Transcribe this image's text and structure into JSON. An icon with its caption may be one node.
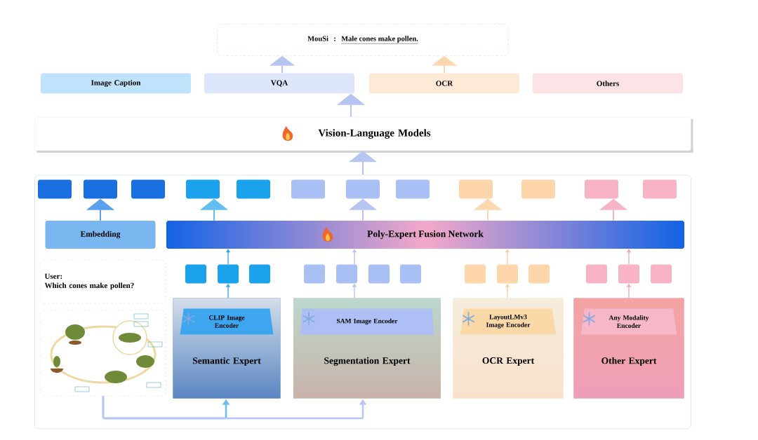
{
  "diagram": {
    "nodes": [
      {
        "text": [
          "MouSi",
          ":",
          "Male cones make pollen."
        ]
      },
      {
        "text": [
          "Image Caption"
        ]
      },
      {
        "text": [
          "VQA"
        ]
      },
      {
        "text": [
          "OCR"
        ]
      },
      {
        "text": [
          "Others"
        ]
      },
      {
        "text": [
          "Vision-Language Models"
        ]
      },
      {
        "text": [],
        "shape": "box"
      },
      {
        "text": [],
        "shape": "box",
        "in": 6
      },
      {
        "text": [],
        "shape": "box",
        "in": 6
      },
      {
        "text": [],
        "shape": "box",
        "in": 6
      },
      {
        "text": [],
        "shape": "box",
        "in": 6
      },
      {
        "text": [],
        "shape": "box",
        "in": 6
      },
      {
        "text": [],
        "shape": "box",
        "in": 6
      },
      {
        "text": [],
        "shape": "box",
        "in": 6
      },
      {
        "text": [],
        "shape": "box",
        "in": 6
      },
      {
        "text": [],
        "shape": "box",
        "in": 6
      },
      {
        "text": [],
        "shape": "box",
        "in": 6
      },
      {
        "text": [],
        "shape": "box",
        "in": 6
      },
      {
        "text": [],
        "shape": "box",
        "in": 6
      },
      {
        "text": [
          "Embedding"
        ],
        "in": 6
      },
      {
        "text": [
          "Poly-Expert Fusion Network"
        ],
        "in": 6
      },
      {
        "text": [
          "User:",
          "Which cones make pollen?"
        ],
        "in": 6
      },
      {
        "text": [],
        "shape": "picture",
        "in": 6
      },
      {
        "text": [],
        "shape": "box",
        "in": 6
      },
      {
        "text": [],
        "shape": "box",
        "in": 6
      },
      {
        "text": [],
        "shape": "box",
        "in": 6
      },
      {
        "text": [],
        "shape": "box",
        "in": 6
      },
      {
        "text": [],
        "shape": "box",
        "in": 6
      },
      {
        "text": [],
        "shape": "box",
        "in": 6
      },
      {
        "text": [],
        "shape": "box",
        "in": 6
      },
      {
        "text": [],
        "shape": "box",
        "in": 6
      },
      {
        "text": [],
        "shape": "box",
        "in": 6
      },
      {
        "text": [],
        "shape": "box",
        "in": 6
      },
      {
        "text": [],
        "shape": "box",
        "in": 6
      },
      {
        "text": [],
        "shape": "box",
        "in": 6
      },
      {
        "text": [],
        "shape": "box",
        "in": 6
      },
      {
        "text": [
          "Semantic Expert"
        ],
        "in": 6
      },
      {
        "text": [
          "CLIP Image Encoder"
        ],
        "in": 36
      },
      {
        "text": [
          "Segmentation Expert"
        ],
        "in": 6
      },
      {
        "text": [
          "SAM Image Encoder"
        ],
        "in": 38
      },
      {
        "text": [
          "OCR Expert"
        ],
        "in": 6
      },
      {
        "text": [
          "LayoutLMv3 Image Encoder"
        ],
        "in": 40
      },
      {
        "text": [
          "Other Expert"
        ],
        "in": 6
      },
      {
        "text": [
          "Any Modality Encoder"
        ],
        "in": 42
      }
    ],
    "edges": [
      {
        "from": 6,
        "to": 5,
        "arrow": "to"
      },
      {
        "from": 5,
        "to": 2,
        "arrow": "to"
      },
      {
        "from": 2,
        "to": 0,
        "arrow": "to"
      },
      {
        "from": 3,
        "to": 0,
        "arrow": "to",
        "color": "#fbd7b0"
      },
      {
        "from": 19,
        "to": 8,
        "arrow": "to",
        "color": "#5aa0ee"
      },
      {
        "from": 20,
        "to": 10,
        "arrow": "to",
        "color": "#64bdf0"
      },
      {
        "from": 20,
        "to": 13,
        "arrow": "to"
      },
      {
        "from": 20,
        "to": 15,
        "arrow": "to",
        "color": "#fbd7b0"
      },
      {
        "from": 20,
        "to": 17,
        "arrow": "to",
        "color": "#f6b5c6"
      },
      {
        "from": 36,
        "to": 24,
        "arrow": "to",
        "color": "#3aa8ef"
      },
      {
        "from": 24,
        "to": 20,
        "arrow": "to",
        "color": "#3aa8ef"
      },
      {
        "from": 38,
        "to": 27,
        "arrow": "to"
      },
      {
        "from": 27,
        "to": 20,
        "arrow": "to"
      },
      {
        "from": 40,
        "to": 31,
        "arrow": "to",
        "color": "#f9cfa3"
      },
      {
        "from": 31,
        "to": 20,
        "arrow": "to",
        "color": "#f9cfa3"
      },
      {
        "from": 42,
        "to": 34,
        "arrow": "to",
        "color": "#f4a7b9"
      },
      {
        "from": 34,
        "to": 20,
        "arrow": "to",
        "color": "#f4a7b9"
      },
      {
        "from": 22,
        "to": 36,
        "arrow": "to",
        "color": "#6fbdf0"
      },
      {
        "from": 22,
        "to": 38,
        "arrow": "to"
      }
    ]
  }
}
